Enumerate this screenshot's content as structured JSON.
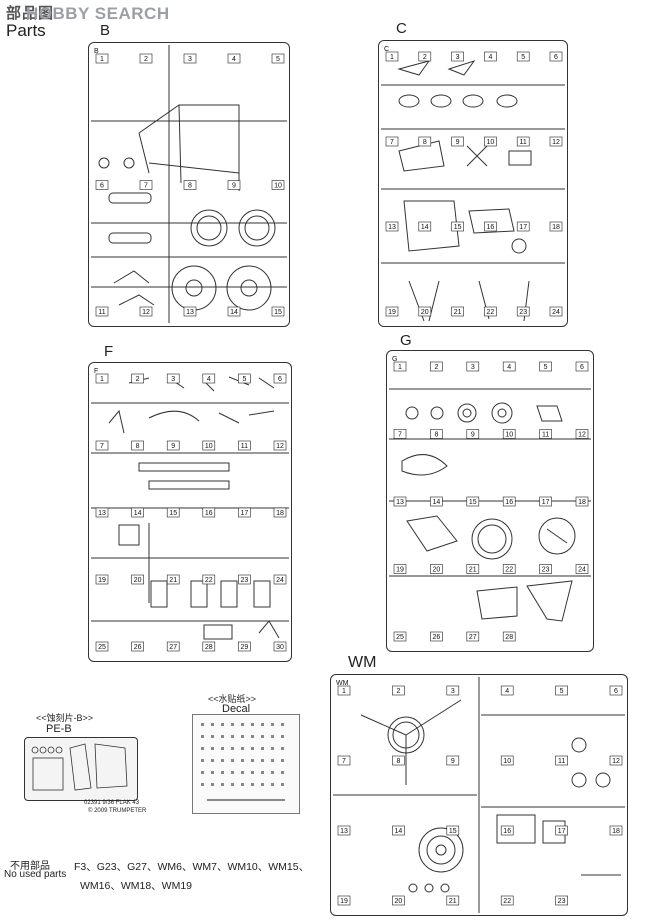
{
  "header": {
    "title_cn": "部品图",
    "title_en": "Parts",
    "watermark": "HOBBY SEARCH"
  },
  "sprues": {
    "B": {
      "label": "B",
      "numbers": [
        "1",
        "2",
        "3",
        "4",
        "5",
        "6",
        "7",
        "8",
        "9",
        "10",
        "11",
        "12",
        "13",
        "14",
        "15"
      ]
    },
    "C": {
      "label": "C",
      "numbers": [
        "1",
        "2",
        "3",
        "4",
        "5",
        "6",
        "7",
        "8",
        "9",
        "10",
        "11",
        "12",
        "13",
        "14",
        "15",
        "16",
        "17",
        "18",
        "19",
        "20",
        "21",
        "22",
        "23",
        "24"
      ]
    },
    "F": {
      "label": "F",
      "numbers": [
        "1",
        "2",
        "3",
        "4",
        "5",
        "6",
        "7",
        "8",
        "9",
        "10",
        "11",
        "12",
        "13",
        "14",
        "15",
        "16",
        "17",
        "18",
        "19",
        "20",
        "21",
        "22",
        "23",
        "24",
        "25",
        "26",
        "27",
        "28",
        "29",
        "30"
      ]
    },
    "G": {
      "label": "G",
      "numbers": [
        "1",
        "2",
        "3",
        "4",
        "5",
        "6",
        "7",
        "8",
        "9",
        "10",
        "11",
        "12",
        "13",
        "14",
        "15",
        "16",
        "17",
        "18",
        "19",
        "20",
        "21",
        "22",
        "23",
        "24",
        "25",
        "26",
        "27",
        "28"
      ]
    },
    "WM": {
      "label": "WM",
      "numbers": [
        "1",
        "2",
        "3",
        "4",
        "5",
        "6",
        "7",
        "8",
        "9",
        "10",
        "11",
        "12",
        "13",
        "14",
        "15",
        "16",
        "17",
        "18",
        "19",
        "20",
        "21",
        "22",
        "23"
      ]
    }
  },
  "pe": {
    "title_cn": "<<蚀刻片-B>>",
    "title_en": "PE-B",
    "code": "02391 9/36 FLAK 43",
    "copyright": "© 2009 TRUMPETER"
  },
  "decal": {
    "title_cn": "<<水贴纸>>",
    "title_en": "Decal"
  },
  "no_used": {
    "label_cn": "不用部品",
    "label_en": "No used parts",
    "line1": "F3、G23、G27、WM6、WM7、WM10、WM15、",
    "line2": "WM16、WM18、WM19"
  },
  "icons": {
    "wheel": "wheel-icon",
    "gear": "gear-icon",
    "bracket": "bracket-icon"
  }
}
